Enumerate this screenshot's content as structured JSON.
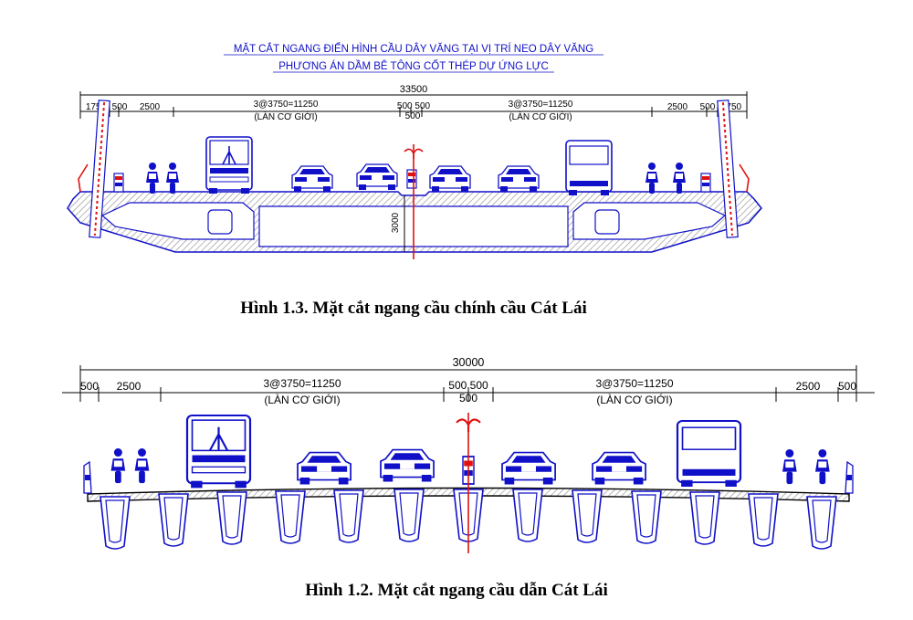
{
  "colors": {
    "drawing": "#1010c8",
    "axis": "#e01010",
    "dimension": "#000000",
    "hatch": "#9a9a9a"
  },
  "fig1": {
    "heading_line1": "MẶT CẮT NGANG ĐIỂN HÌNH CẦU DÂY VĂNG TẠI VỊ TRÍ NEO DÂY VĂNG",
    "heading_line2": "PHƯƠNG ÁN DẦM BÊ TÔNG CỐT THÉP DỰ ỨNG LỰC",
    "total": "33500",
    "dims": {
      "d1750_left": "1750",
      "d500_left": "500",
      "d2500_left": "2500",
      "lanes_left": "3@3750=11250",
      "lanes_left_note": "(LÀN CƠ GIỚI)",
      "center_pair": "500 500",
      "center": "500",
      "lanes_right": "3@3750=11250",
      "lanes_right_note": "(LÀN CƠ GIỚI)",
      "d2500_right": "2500",
      "d500_right": "500",
      "d1750_right": "1750"
    },
    "height": "3000",
    "caption": "Hình 1.3. Mặt cắt ngang cầu chính cầu Cát Lái"
  },
  "fig2": {
    "total": "30000",
    "dims": {
      "d500_left": "500",
      "d2500_left": "2500",
      "lanes_left": "3@3750=11250",
      "lanes_left_note": "(LÀN CƠ GIỚI)",
      "center_pair": "500 500",
      "center": "500",
      "lanes_right": "3@3750=11250",
      "lanes_right_note": "(LÀN CƠ GIỚI)",
      "d2500_right": "2500",
      "d500_right": "500"
    },
    "caption": "Hình 1.2. Mặt cắt ngang cầu dẫn Cát Lái"
  }
}
